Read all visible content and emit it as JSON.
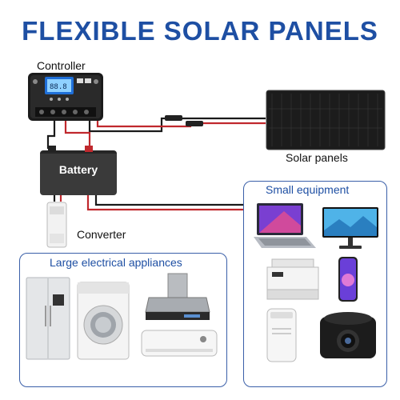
{
  "title": "FLEXIBLE SOLAR PANELS",
  "controller": {
    "label": "Controller"
  },
  "battery": {
    "label": "Battery"
  },
  "solar": {
    "label": "Solar panels"
  },
  "converter": {
    "label": "Converter"
  },
  "small_equipment": {
    "label": "Small equipment",
    "items": [
      "laptop-icon",
      "monitor-icon",
      "printer-icon",
      "smartphone-icon",
      "dehumidifier-icon",
      "projector-icon"
    ]
  },
  "large_appliances": {
    "label": "Large electrical appliances",
    "items": [
      "refrigerator-icon",
      "washing-machine-icon",
      "range-hood-icon",
      "air-conditioner-icon"
    ]
  },
  "colors": {
    "title": "#1e4fa3",
    "box_border": "#3a5fa8",
    "wire_red": "#c0282d",
    "wire_black": "#1a1a1a"
  }
}
